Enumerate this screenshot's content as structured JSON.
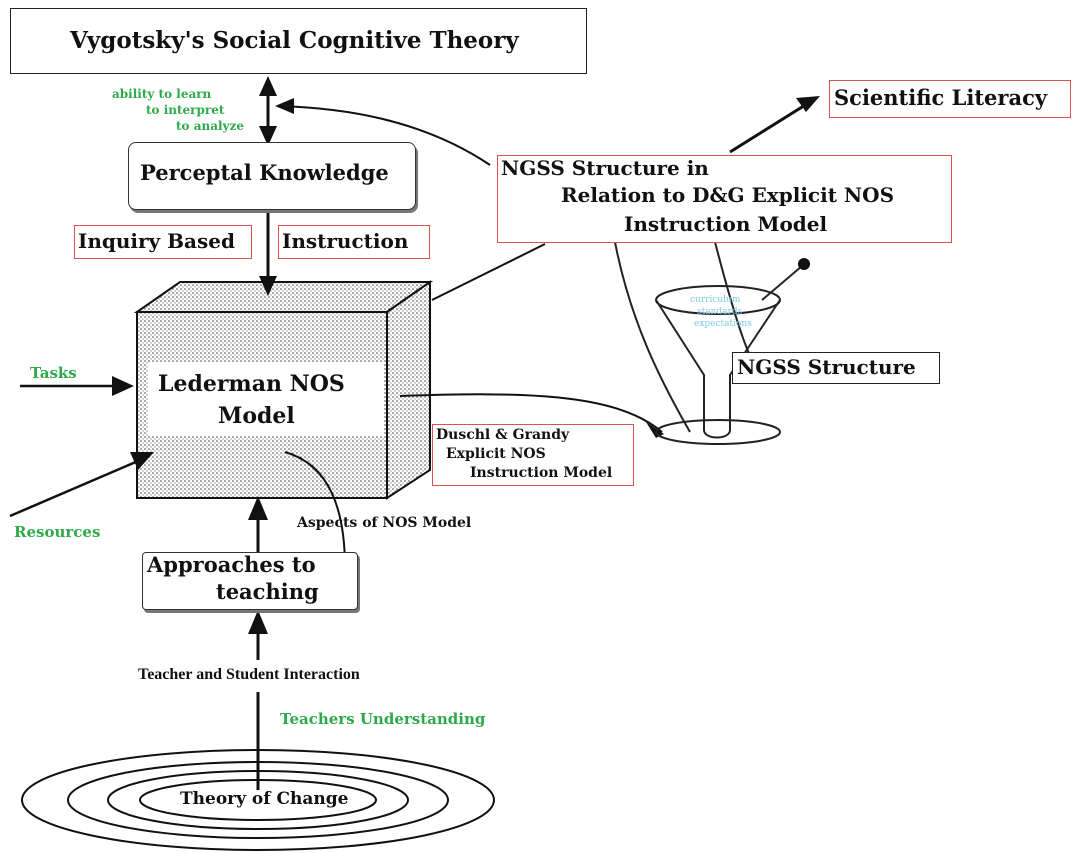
{
  "title_box": "Vygotsky's Social Cognitive Theory",
  "ability_lines": [
    "ability to learn",
    "to interpret",
    "to analyze"
  ],
  "perceptual": "Perceptal Knowledge",
  "inquiry": "Inquiry Based",
  "instruction": "Instruction",
  "ngss_title_lines": [
    "NGSS Structure in",
    "Relation to D&G Explicit NOS",
    "Instruction Model"
  ],
  "scientific_literacy": "Scientific Literacy",
  "funnel_lines": [
    "curriculum",
    "standards",
    "expectations"
  ],
  "ngss_structure": "NGSS Structure",
  "lederman_lines": [
    "Lederman NOS",
    "Model"
  ],
  "tasks": "Tasks",
  "resources": "Resources",
  "duschl_lines": [
    "Duschl & Grandy",
    "Explicit NOS",
    "Instruction Model"
  ],
  "aspects": "Aspects of NOS Model",
  "approaches_lines": [
    "Approaches to",
    "teaching"
  ],
  "interaction": "Teacher and Student Interaction",
  "teachers_understanding": "Teachers Understanding",
  "theory_of_change": "Theory of Change",
  "colors": {
    "green": "#2faa4a",
    "red_border": "#d9534f",
    "light_blue": "#7ccbe3"
  }
}
